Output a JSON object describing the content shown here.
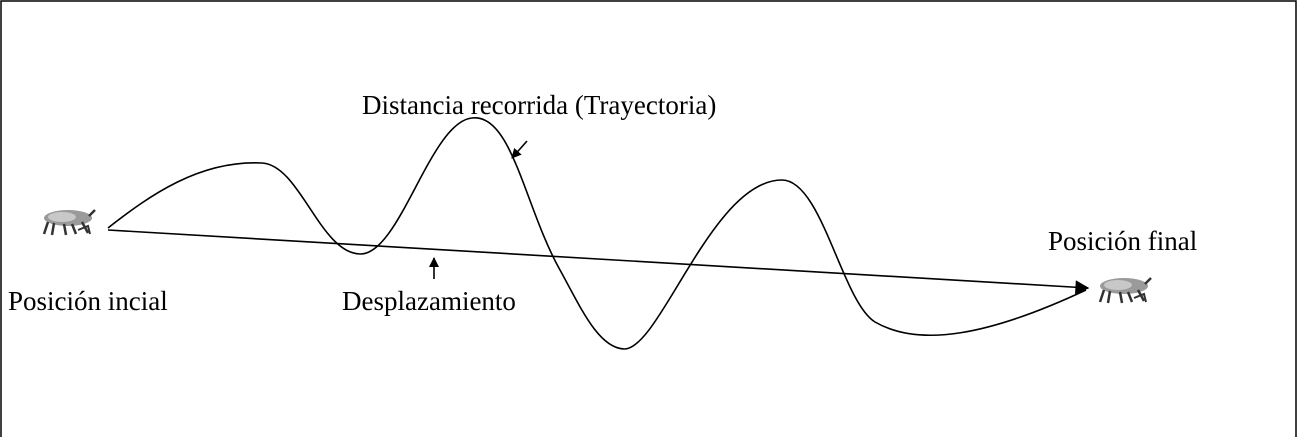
{
  "labels": {
    "start_position": "Posición incial",
    "end_position": "Posición final",
    "trajectory": "Distancia recorrida (Trayectoria)",
    "displacement": "Desplazamiento"
  },
  "icons": {
    "start_marker": "ant-icon",
    "end_marker": "ant-icon"
  },
  "colors": {
    "stroke": "#000000",
    "background": "#ffffff"
  }
}
